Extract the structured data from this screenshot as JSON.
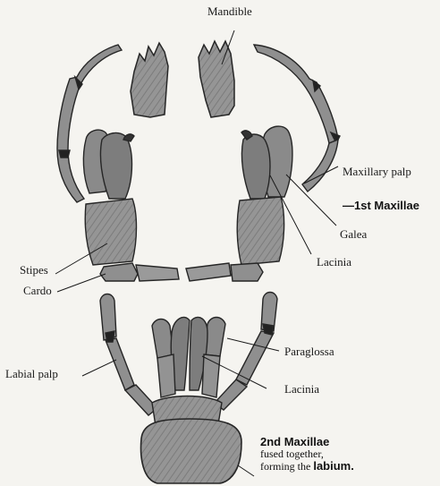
{
  "labels": {
    "mandible": "Mandible",
    "maxillary_palp": "Maxillary palp",
    "first_maxillae": "—1st Maxillae",
    "galea": "Galea",
    "lacinia_upper": "Lacinia",
    "stipes": "Stipes",
    "cardo": "Cardo",
    "paraglossa": "Paraglossa",
    "labial_palp": "Labial palp",
    "lacinia_lower": "Lacinia",
    "second_maxillae_title": "2nd Maxillae",
    "second_maxillae_line2": "fused together,",
    "second_maxillae_line3_prefix": "forming the",
    "second_maxillae_line3_bold": "labium."
  },
  "colors": {
    "structure_fill": "#8f8f8f",
    "structure_dark": "#6a6a6a",
    "outline": "#262626",
    "ink": "#1a1a1a",
    "paper": "#f5f4f0"
  }
}
